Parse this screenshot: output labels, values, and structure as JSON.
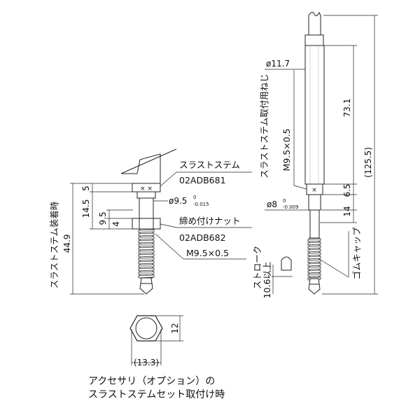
{
  "dimensions": {
    "thrust_stem_mounted_length": "44.9",
    "upper_offset": "5",
    "stem_length": "14.5",
    "nut_position": "9.5",
    "nut_height": "4",
    "stem_diameter_main": "ø9.5",
    "stem_diameter_tol_upper": "0",
    "stem_diameter_tol_lower": "-0.015",
    "hex_across_flats": "12",
    "hex_across_corners": "(13.3)",
    "body_diameter": "ø11.7",
    "body_length": "73.1",
    "overall_length": "(125.5)",
    "spindle_diameter_main": "ø8",
    "spindle_diameter_tol_upper": "0",
    "spindle_diameter_tol_lower": "-0.009",
    "spindle_step_a": "6.5",
    "spindle_step_b": "14",
    "stroke": "10.6以上"
  },
  "labels": {
    "thrust_stem": "スラストステム",
    "thrust_stem_code": "02ADB681",
    "lock_nut": "締め付けナット",
    "lock_nut_code": "02ADB682",
    "thread": "M9.5×0.5",
    "mount_thread_label": "スラストステム取付用ねじ",
    "mount_thread": "M9.5×0.5",
    "thrust_stem_mounted": "スラストステム装着時",
    "stroke_label": "ストローク",
    "rubber_cap": "ゴムキャップ"
  },
  "caption": {
    "line1": "アクセサリ（オプション）の",
    "line2": "スラストステムセット取付け時"
  }
}
